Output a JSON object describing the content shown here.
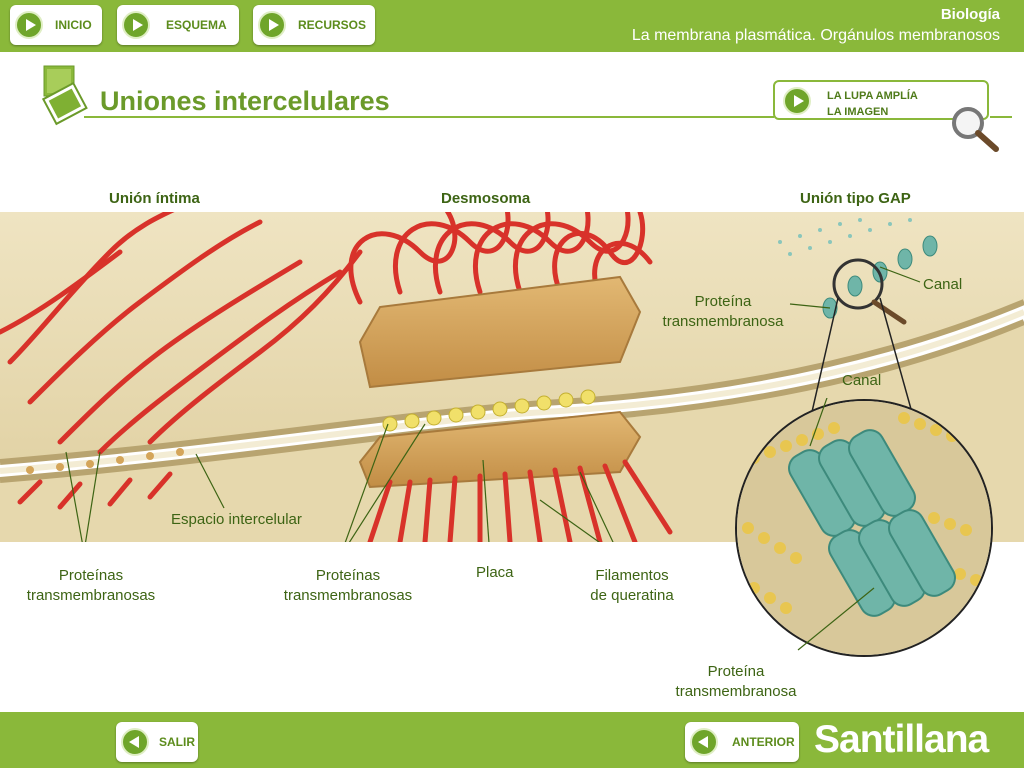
{
  "nav": {
    "inicio": "INICIO",
    "esquema": "ESQUEMA",
    "recursos": "RECURSOS"
  },
  "header": {
    "subject": "Biología",
    "topic": "La membrana plasmática. Orgánulos membranosos"
  },
  "page": {
    "title": "Uniones intercelulares"
  },
  "lupa": {
    "line1": "LA LUPA AMPLÍA",
    "line2": "LA IMAGEN"
  },
  "columns": {
    "union_intima": "Unión íntima",
    "desmosoma": "Desmosoma",
    "union_gap": "Unión tipo GAP"
  },
  "labels": {
    "espacio_intercelular": "Espacio intercelular",
    "proteinas_1_l1": "Proteínas",
    "proteinas_1_l2": "transmembranosas",
    "proteinas_2_l1": "Proteínas",
    "proteinas_2_l2": "transmembranosas",
    "placa": "Placa",
    "filamentos_l1": "Filamentos",
    "filamentos_l2": "de queratina",
    "canal_top": "Canal",
    "proteina_top_l1": "Proteína",
    "proteina_top_l2": "transmembranosa",
    "canal_zoom": "Canal",
    "proteina_bottom_l1": "Proteína",
    "proteina_bottom_l2": "transmembranosa"
  },
  "footer": {
    "salir": "SALIR",
    "anterior": "ANTERIOR",
    "brand": "Santillana"
  },
  "colors": {
    "accent_green": "#8ab83a",
    "dark_green_text": "#3d6414",
    "filament_red": "#d8322a",
    "plaque_tan": "#d4a55a",
    "channel_teal": "#6fb5a8"
  }
}
